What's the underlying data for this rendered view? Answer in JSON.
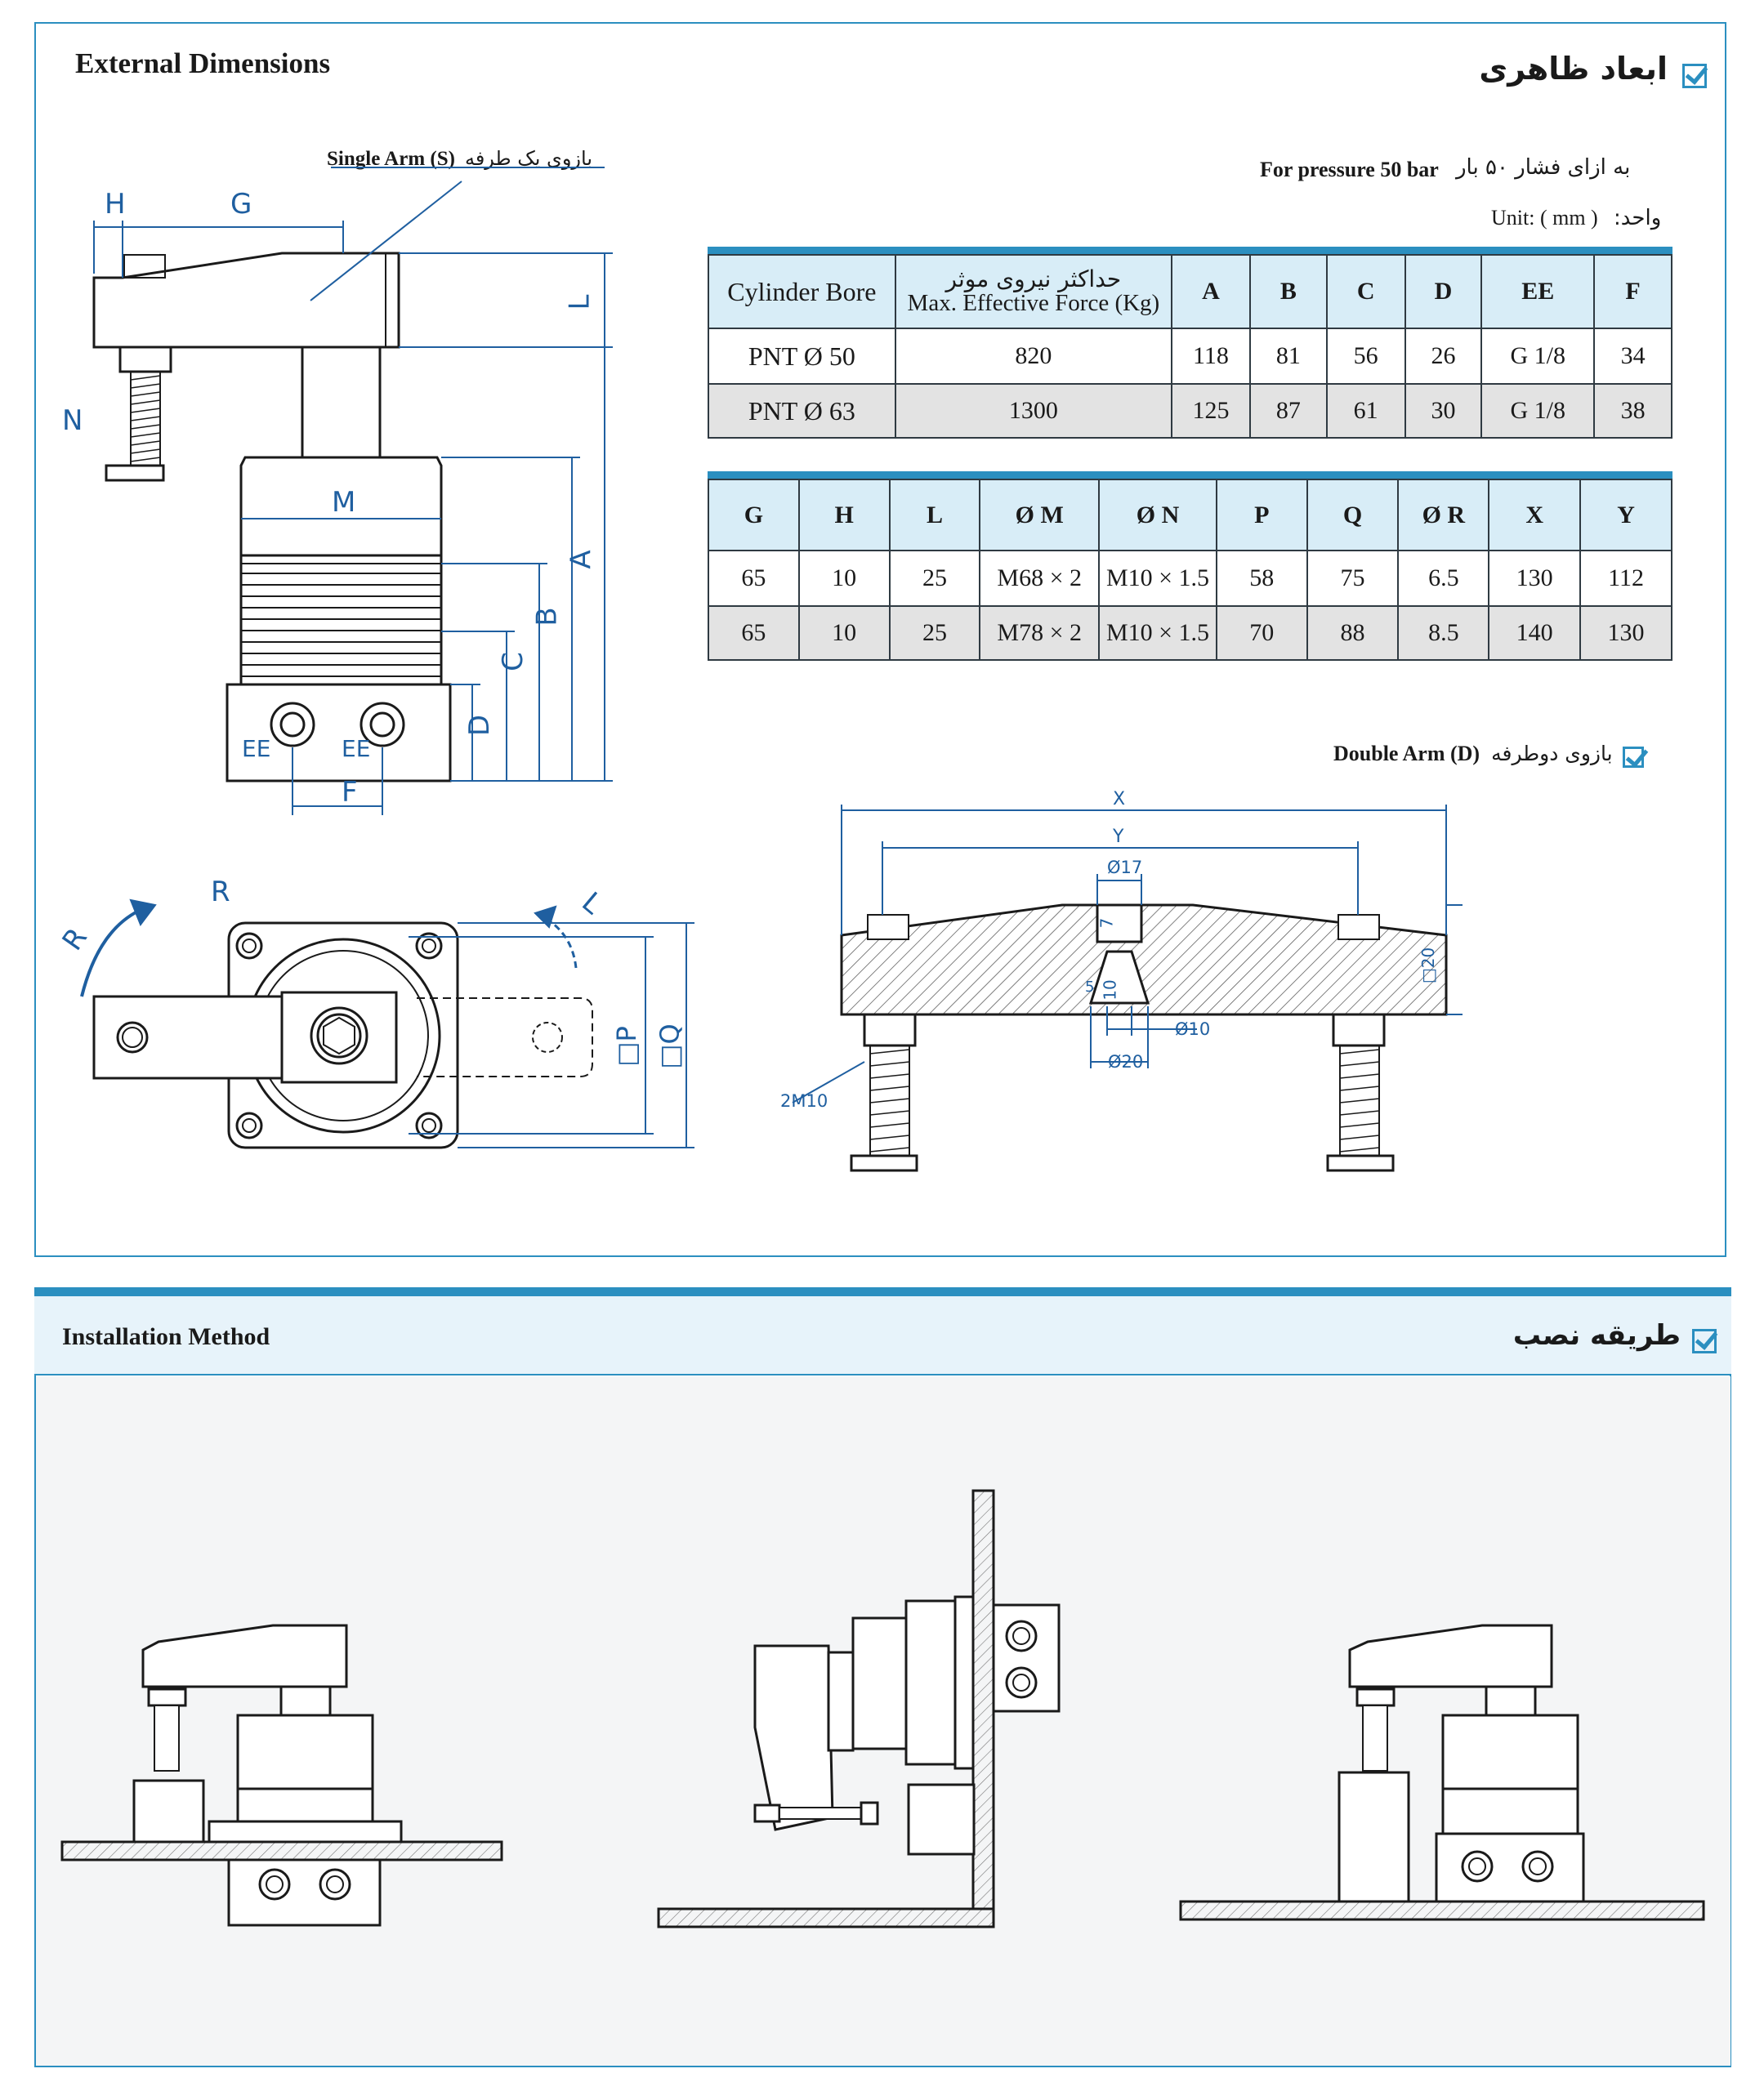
{
  "external": {
    "title_en": "External Dimensions",
    "title_fa": "ابعاد ظاهری",
    "pressure_en": "For pressure 50 bar",
    "pressure_fa": "به ازای فشار ۵۰ بار",
    "unit_fa": "واحد:",
    "unit_en": "Unit: ( mm )",
    "single_arm_en": "Single Arm (S)",
    "single_arm_fa": "بازوی یک طرفه",
    "double_arm_en": "Double Arm (D)",
    "double_arm_fa": "بازوی دوطرفه"
  },
  "table1": {
    "headers": [
      "Cylinder Bore",
      "حداکثر نیروی موثر",
      "Max. Effective Force (Kg)",
      "A",
      "B",
      "C",
      "D",
      "EE",
      "F"
    ],
    "rows": [
      [
        "PNT Ø 50",
        "820",
        "118",
        "81",
        "56",
        "26",
        "G 1/8",
        "34"
      ],
      [
        "PNT Ø 63",
        "1300",
        "125",
        "87",
        "61",
        "30",
        "G 1/8",
        "38"
      ]
    ]
  },
  "table2": {
    "headers": [
      "G",
      "H",
      "L",
      "Ø M",
      "Ø N",
      "P",
      "Q",
      "Ø R",
      "X",
      "Y"
    ],
    "rows": [
      [
        "65",
        "10",
        "25",
        "M68 × 2",
        "M10 × 1.5",
        "58",
        "75",
        "6.5",
        "130",
        "112"
      ],
      [
        "65",
        "10",
        "25",
        "M78 × 2",
        "M10 × 1.5",
        "70",
        "88",
        "8.5",
        "140",
        "130"
      ]
    ]
  },
  "labels": {
    "H": "H",
    "G": "G",
    "L": "L",
    "N": "N",
    "M": "M",
    "A": "A",
    "B": "B",
    "C": "C",
    "D": "D",
    "EE": "EE",
    "F": "F",
    "R": "R",
    "P": "□P",
    "Q": "□Q",
    "X": "X",
    "Y": "Y",
    "d17": "Ø17",
    "d7": "7",
    "d5": "5",
    "d10v": "10",
    "d10": "Ø10",
    "d20": "Ø20",
    "sq20": "□20",
    "m2": "2M10"
  },
  "installation": {
    "title_en": "Installation Method",
    "title_fa": "طریقه نصب"
  },
  "colors": {
    "accent": "#2b8fc0",
    "header_bg": "#d8edf7",
    "row_alt": "#e3e3e3",
    "dim_blue": "#1f5fa0"
  }
}
